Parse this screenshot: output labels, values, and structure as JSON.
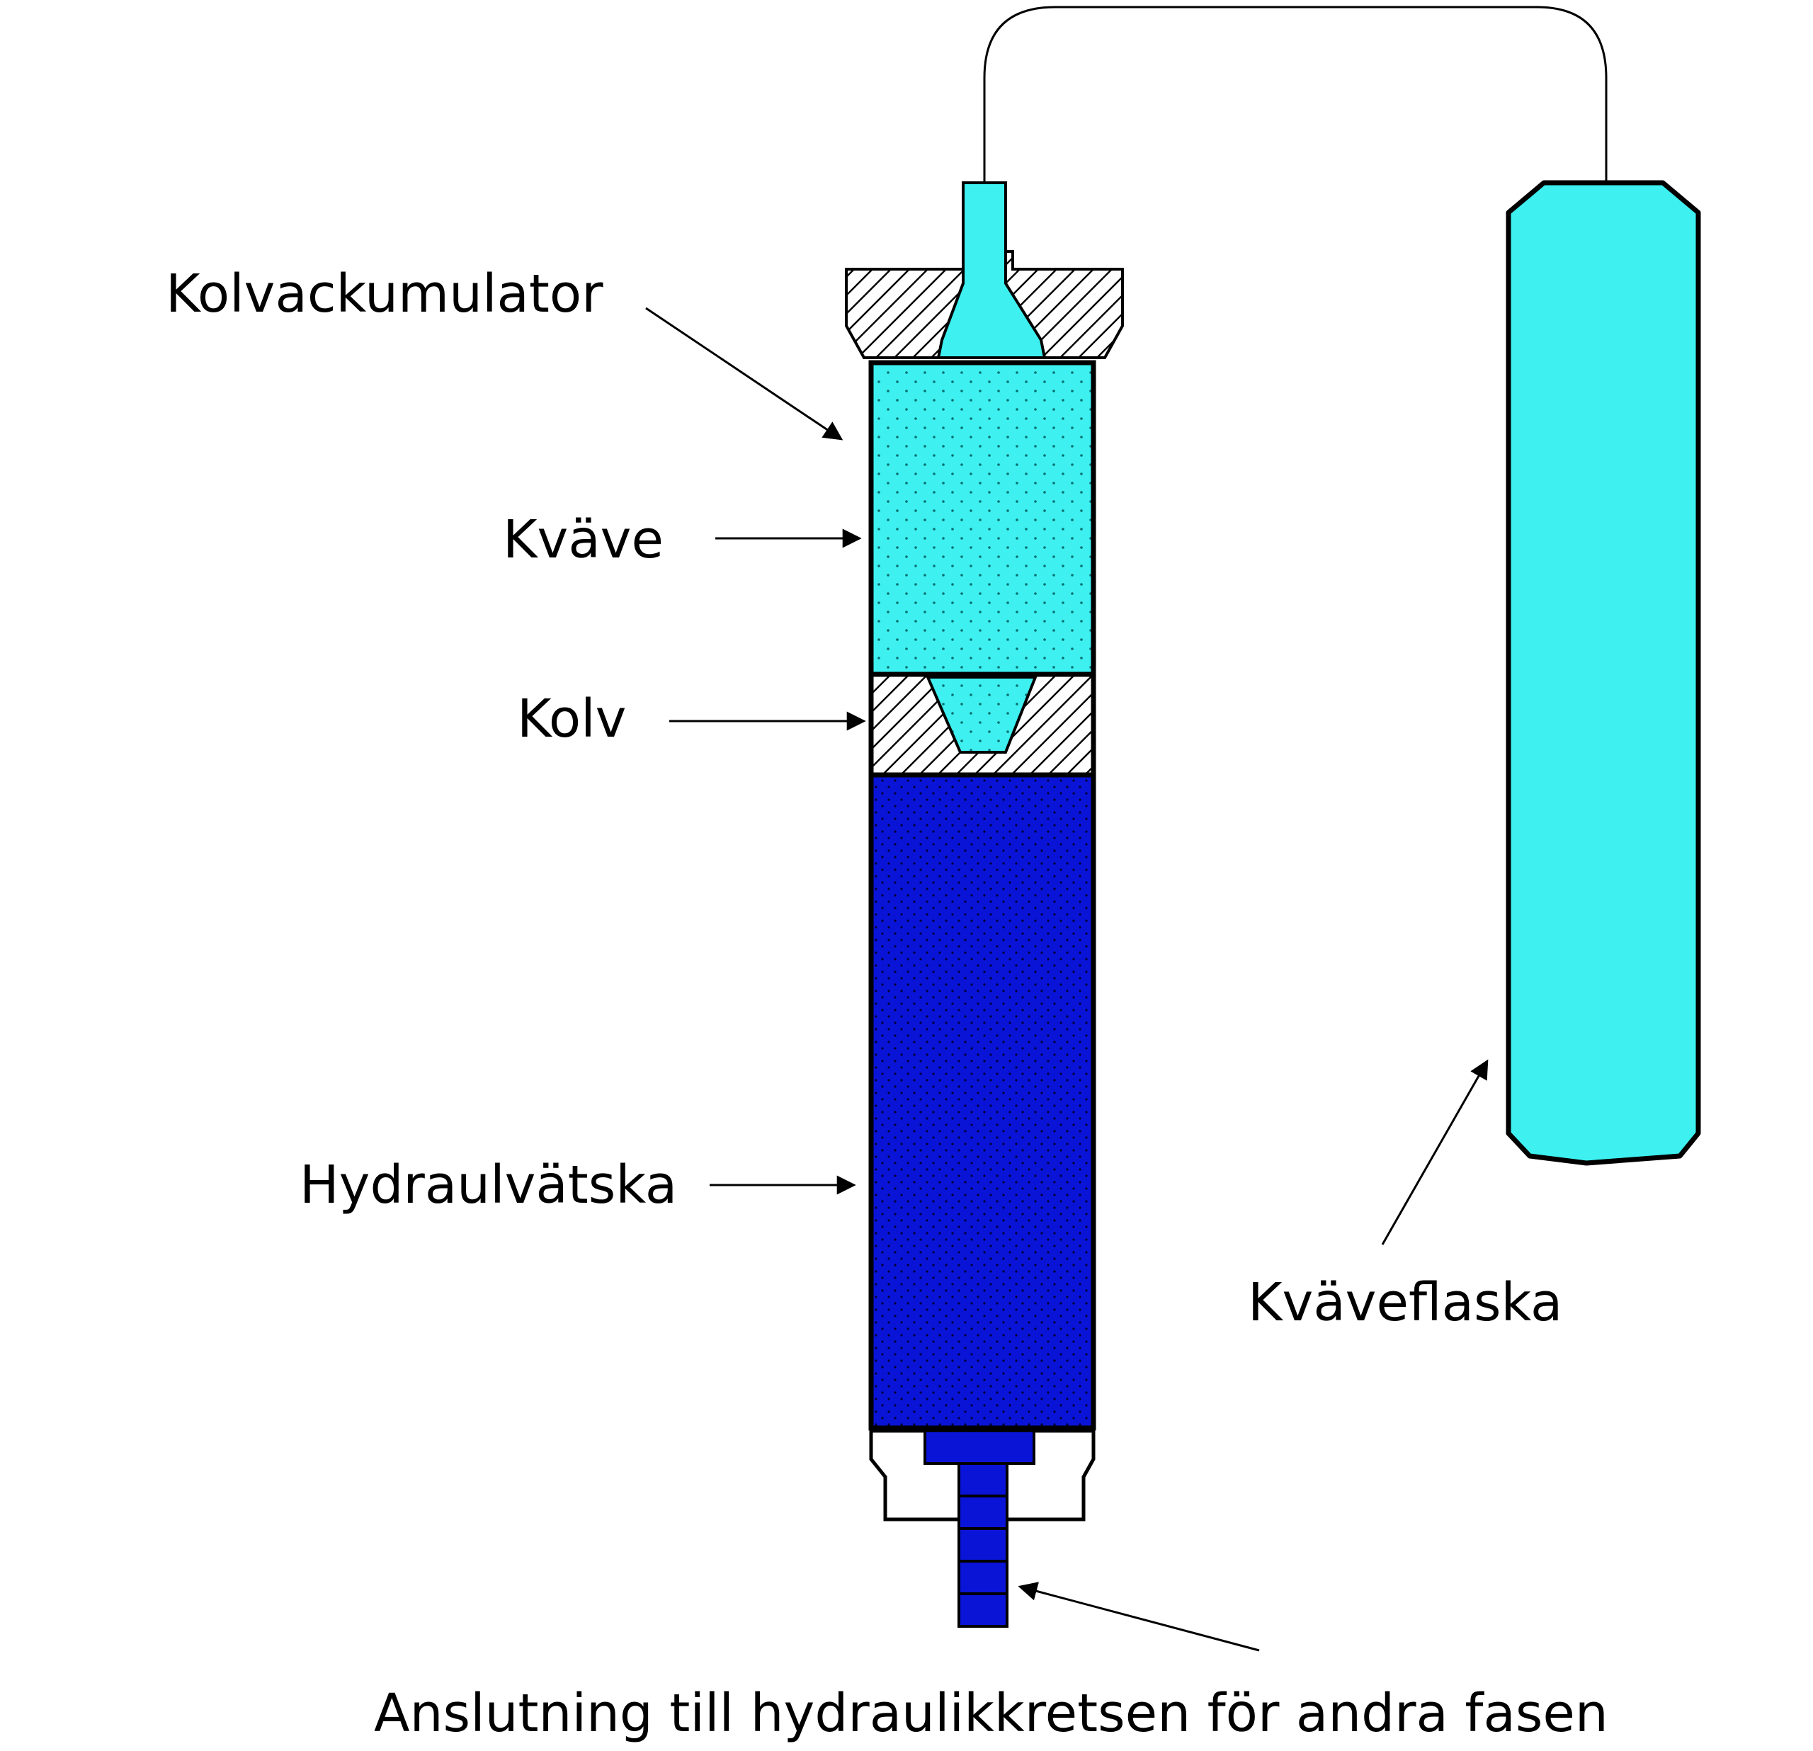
{
  "labels": {
    "accumulator": "Kolvackumulator",
    "nitrogen": "Kväve",
    "piston": "Kolv",
    "hydraulic_fluid": "Hydraulvätska",
    "nitrogen_bottle": "Kväveflaska",
    "connection": "Anslutning till hydraulikkretsen för andra fasen"
  },
  "colors": {
    "nitrogen": "#3ef0f0",
    "hydraulic_fluid": "#0a14d6",
    "outline": "#000000",
    "background": "#ffffff"
  }
}
